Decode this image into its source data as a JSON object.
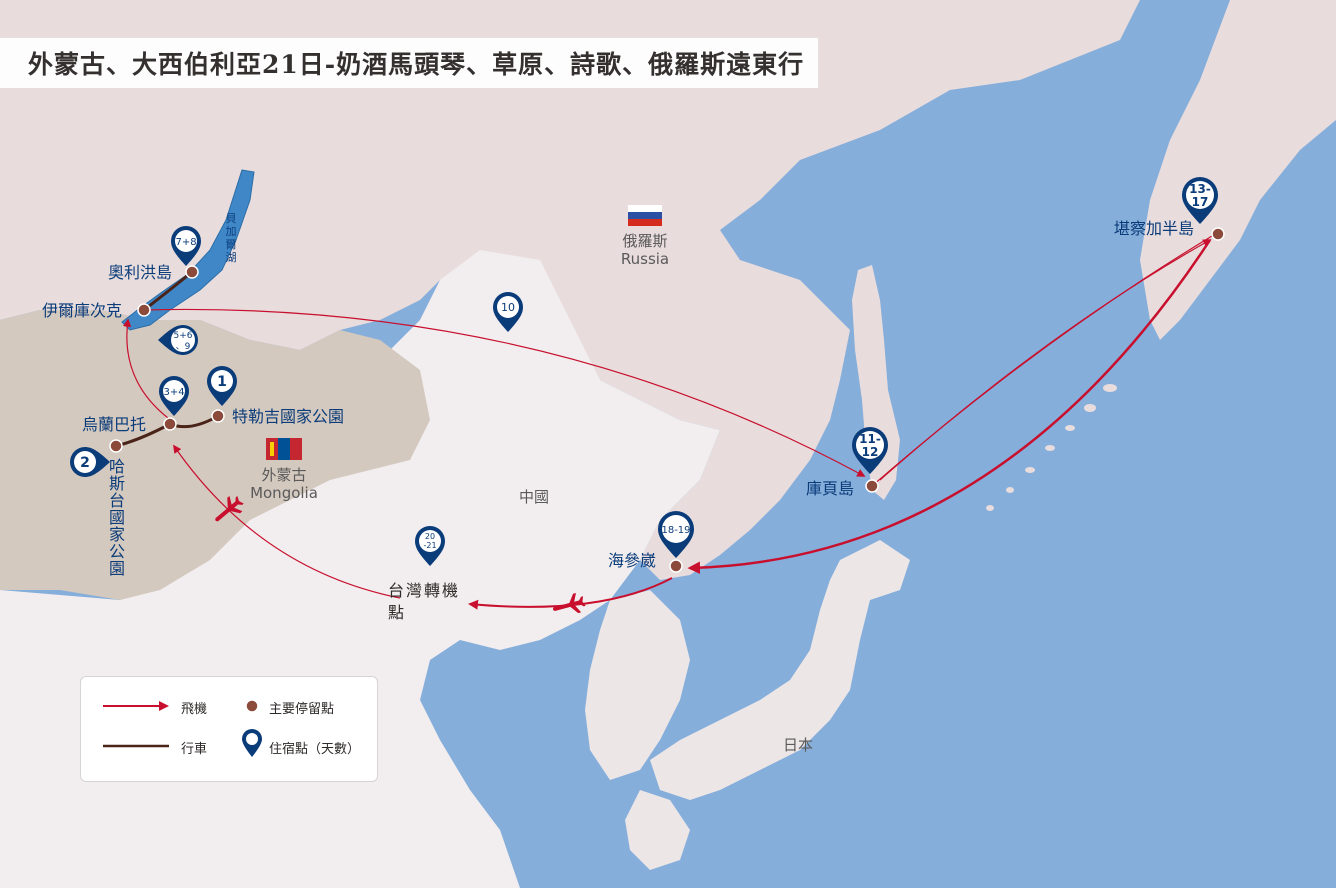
{
  "title": "外蒙古、大西伯利亞21日-奶酒馬頭琴、草原、詩歌、俄羅斯遠東行",
  "colors": {
    "sea": "#86aedb",
    "russia": "#e8dcdc",
    "china": "#f2eeef",
    "mongolia": "#d4c9bf",
    "japan": "#ece6e7",
    "lake": "#3f87c7",
    "pin": "#0b3c7a",
    "flight": "#c8102e",
    "drive": "#4a2418",
    "stop": "#8b4a3a"
  },
  "countries": {
    "russia": {
      "zh": "俄羅斯",
      "en": "Russia"
    },
    "mongolia": {
      "zh": "外蒙古",
      "en": "Mongolia"
    },
    "china": {
      "zh": "中國"
    },
    "japan": {
      "zh": "日本"
    }
  },
  "lake_label": "貝加爾湖",
  "places": [
    {
      "id": "olkhon",
      "name": "奧利洪島"
    },
    {
      "id": "irkutsk",
      "name": "伊爾庫次克"
    },
    {
      "id": "ulaanbaatar",
      "name": "烏蘭巴托"
    },
    {
      "id": "terelj",
      "name": "特勒吉國家公園"
    },
    {
      "id": "hustai",
      "name": "哈斯台國家公園"
    },
    {
      "id": "sakhalin",
      "name": "庫頁島"
    },
    {
      "id": "kamchatka",
      "name": "堪察加半島"
    },
    {
      "id": "vladivostok",
      "name": "海參崴"
    },
    {
      "id": "taiwan",
      "name": "台灣轉機點"
    }
  ],
  "stays": [
    {
      "id": "stay-1",
      "label": "1"
    },
    {
      "id": "stay-2",
      "label": "2"
    },
    {
      "id": "stay-3-4",
      "label": "3+4"
    },
    {
      "id": "stay-5-6-9",
      "label": "5+6、9"
    },
    {
      "id": "stay-7-8",
      "label": "7+8"
    },
    {
      "id": "stay-10",
      "label": "10"
    },
    {
      "id": "stay-11-12",
      "label": "11-12"
    },
    {
      "id": "stay-13-17",
      "label": "13-17"
    },
    {
      "id": "stay-18-19",
      "label": "18-19"
    },
    {
      "id": "stay-20-21",
      "label": "20-21"
    }
  ],
  "legend": {
    "flight": "飛機",
    "drive": "行車",
    "stop": "主要停留點",
    "stay": "住宿點（天數）"
  }
}
